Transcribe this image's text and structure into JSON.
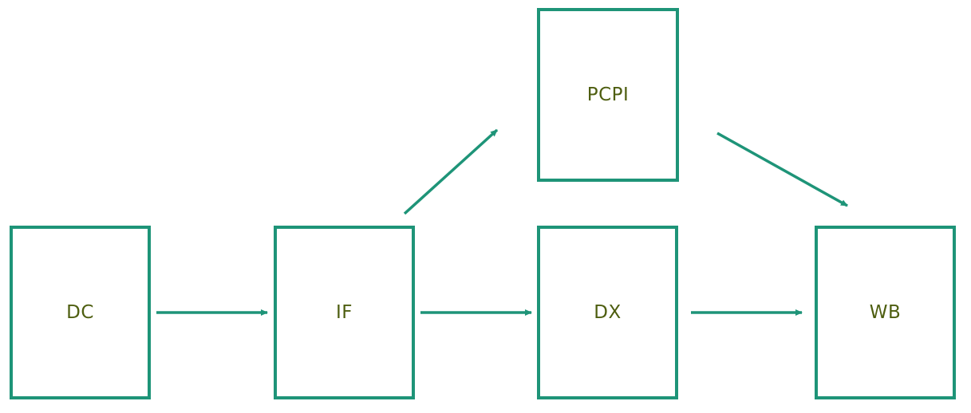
{
  "diagram": {
    "nodes": [
      {
        "id": "dc",
        "label": "DC"
      },
      {
        "id": "if",
        "label": "IF"
      },
      {
        "id": "dx",
        "label": "DX"
      },
      {
        "id": "wb",
        "label": "WB"
      },
      {
        "id": "pcpi",
        "label": "PCPI"
      }
    ],
    "edges": [
      {
        "from": "DC",
        "to": "IF"
      },
      {
        "from": "IF",
        "to": "DX"
      },
      {
        "from": "DX",
        "to": "WB"
      },
      {
        "from": "IF",
        "to": "PCPI"
      },
      {
        "from": "PCPI",
        "to": "WB"
      }
    ]
  },
  "colors": {
    "stroke": "#1e9478",
    "label": "#4e5e10"
  }
}
